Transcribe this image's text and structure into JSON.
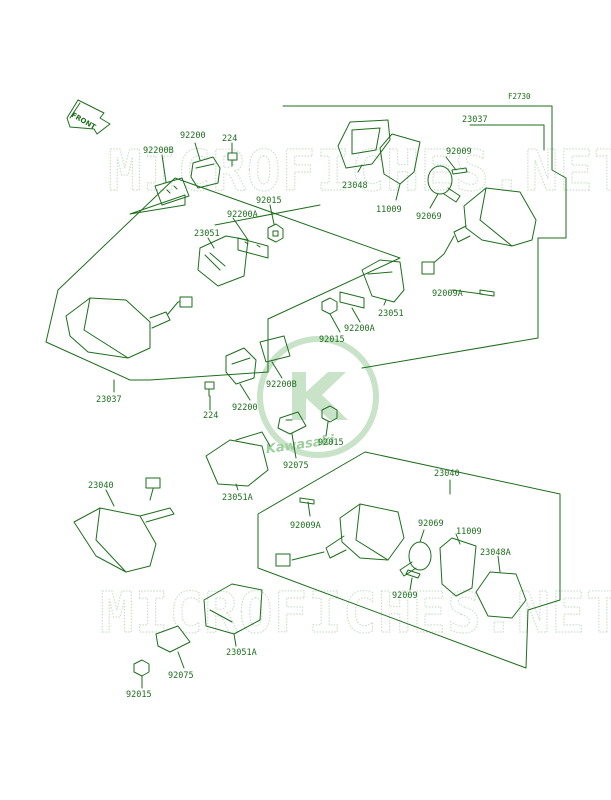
{
  "diagram": {
    "ref_code": "F2730",
    "front_label": "FRONT",
    "watermark_text": "MICROFICHES.NET",
    "logo_text": "Kawasaki",
    "line_color": "#1e6e1e",
    "watermark_color": "#cfe0cf"
  },
  "parts": [
    {
      "id": "p224_top",
      "label": "224"
    },
    {
      "id": "p92200_top",
      "label": "92200"
    },
    {
      "id": "p92200B_top",
      "label": "92200B"
    },
    {
      "id": "p92015_top",
      "label": "92015"
    },
    {
      "id": "p92200A_top",
      "label": "92200A"
    },
    {
      "id": "p23051_top",
      "label": "23051"
    },
    {
      "id": "p23037_left",
      "label": "23037"
    },
    {
      "id": "p23037_right",
      "label": "23037"
    },
    {
      "id": "p92009_tr",
      "label": "92009"
    },
    {
      "id": "p23048",
      "label": "23048"
    },
    {
      "id": "p11009_tr",
      "label": "11009"
    },
    {
      "id": "p92069_tr",
      "label": "92069"
    },
    {
      "id": "p92009A_tr",
      "label": "92009A"
    },
    {
      "id": "p23051_right",
      "label": "23051"
    },
    {
      "id": "p92200A_mid",
      "label": "92200A"
    },
    {
      "id": "p92015_mid",
      "label": "92015"
    },
    {
      "id": "p92200B_mid",
      "label": "92200B"
    },
    {
      "id": "p224_mid",
      "label": "224"
    },
    {
      "id": "p92200_mid",
      "label": "92200"
    },
    {
      "id": "p92015_center",
      "label": "92015"
    },
    {
      "id": "p92075_center",
      "label": "92075"
    },
    {
      "id": "p23051A_center",
      "label": "23051A"
    },
    {
      "id": "p23040_left",
      "label": "23040"
    },
    {
      "id": "p23040_right",
      "label": "23040"
    },
    {
      "id": "p92009A_br",
      "label": "92009A"
    },
    {
      "id": "p92069_br",
      "label": "92069"
    },
    {
      "id": "p11009_br",
      "label": "11009"
    },
    {
      "id": "p23048A",
      "label": "23048A"
    },
    {
      "id": "p92009_br",
      "label": "92009"
    },
    {
      "id": "p23051A_bottom",
      "label": "23051A"
    },
    {
      "id": "p92075_bottom",
      "label": "92075"
    },
    {
      "id": "p92015_bottom",
      "label": "92015"
    }
  ]
}
